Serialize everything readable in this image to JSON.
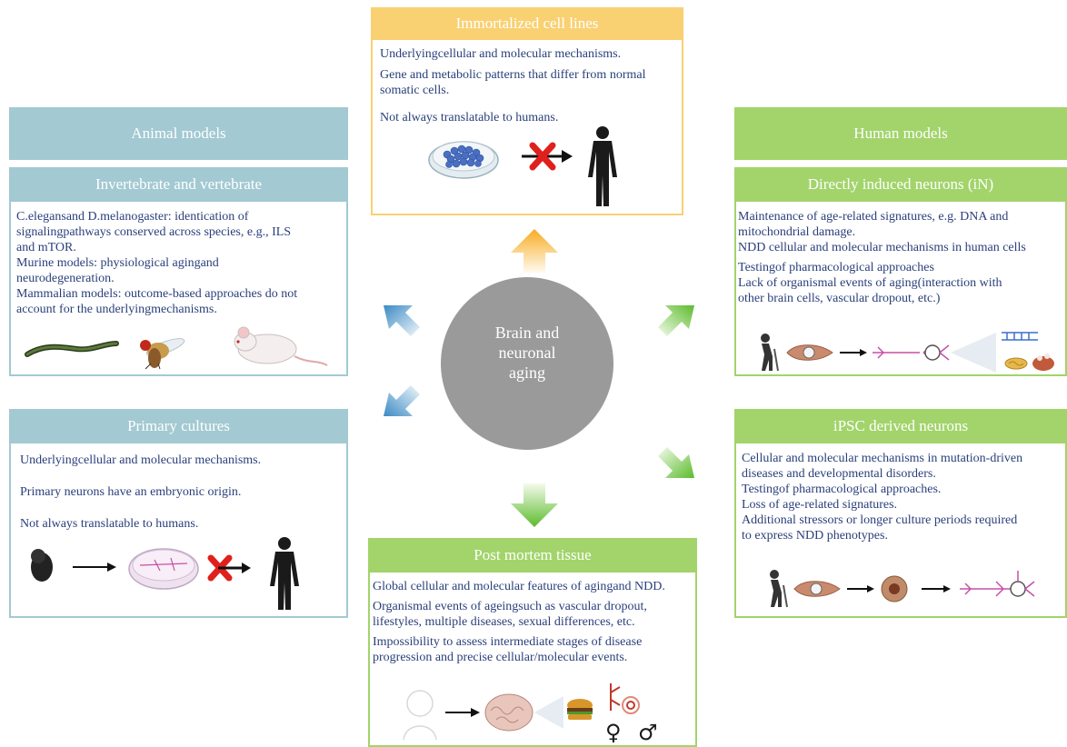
{
  "center": {
    "label_lines": [
      "Brain and",
      "neuronal",
      "aging"
    ]
  },
  "immortalized": {
    "title": "Immortalized cell lines",
    "lines": [
      "Underlyingcellular and molecular mechanisms.",
      "Gene and metabolic patterns that differ from normal",
      "somatic cells.",
      "Not always translatable to humans."
    ]
  },
  "animal": {
    "title": "Animal models",
    "sub_title": "Invertebrate and vertebrate",
    "lines": [
      "C.elegansand D.melanogaster: identication of",
      "signalingpathways conserved across species, e.g., ILS",
      "and mTOR.",
      "Murine models: physiological agingand",
      "neurodegeneration.",
      "Mammalian models: outcome-based approaches do not",
      "account for the underlyingmechanisms."
    ]
  },
  "primary": {
    "title": "Primary cultures",
    "lines": [
      "Underlyingcellular and molecular mechanisms.",
      "Primary neurons have an embryonic origin.",
      "Not always translatable to humans."
    ]
  },
  "human": {
    "title": "Human models",
    "sub_title": "Directly induced neurons (iN)",
    "lines": [
      "Maintenance of age-related signatures, e.g. DNA and",
      "mitochondrial damage.",
      "NDD cellular and molecular mechanisms in human cells",
      "Testingof pharmacological approaches",
      "Lack of organismal events of aging(interaction with",
      "other brain cells, vascular dropout, etc.)"
    ]
  },
  "ipsc": {
    "title": "iPSC derived neurons",
    "lines": [
      "Cellular and molecular mechanisms in mutation-driven",
      "diseases and developmental disorders.",
      "Testingof pharmacological approaches.",
      "Loss of age-related signatures.",
      "Additional stressors or longer culture periods required",
      "to express NDD phenotypes."
    ]
  },
  "postmortem": {
    "title": "Post mortem tissue",
    "lines": [
      "Global cellular and molecular features of agingand NDD.",
      "Organismal events of ageingsuch as vascular dropout,",
      "lifestyles, multiple diseases, sexual differences, etc.",
      "Impossibility to assess intermediate stages of disease",
      "progression and precise cellular/molecular events."
    ],
    "symbols": [
      "♀",
      "♂"
    ]
  },
  "colors": {
    "blue": "#a3c9d2",
    "green": "#a2d46b",
    "yellow": "#f9d173",
    "text": "#2a3f7a",
    "center": "#9b9a9b"
  }
}
